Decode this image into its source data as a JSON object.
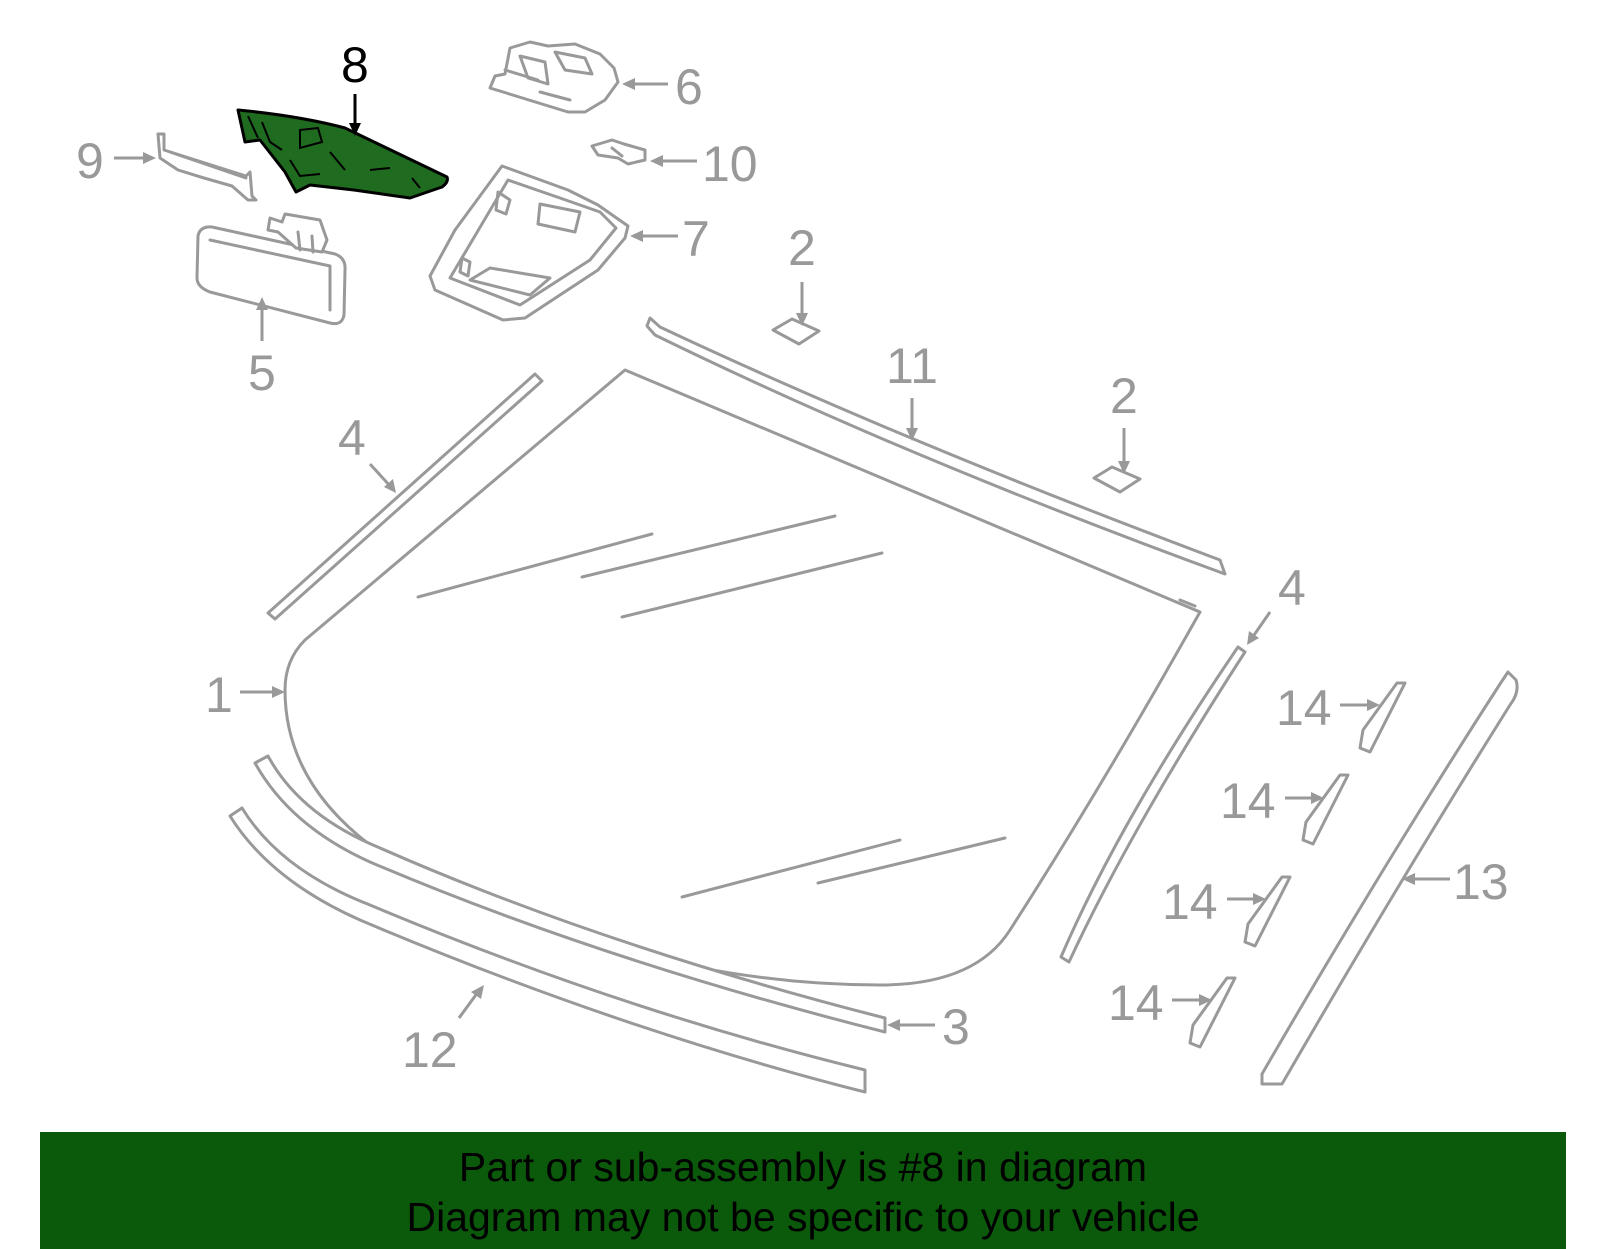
{
  "diagram": {
    "highlight_color": "#1f6b1f",
    "banner_color": "#0b5a0b",
    "part_color": "#999999",
    "callouts": {
      "c1": "1",
      "c2a": "2",
      "c2b": "2",
      "c3": "3",
      "c4a": "4",
      "c4b": "4",
      "c5": "5",
      "c6": "6",
      "c7": "7",
      "c8": "8",
      "c9": "9",
      "c10": "10",
      "c11": "11",
      "c12": "12",
      "c13": "13",
      "c14a": "14",
      "c14b": "14",
      "c14c": "14",
      "c14d": "14"
    }
  },
  "banner": {
    "line1": "Part or sub-assembly is #8 in diagram",
    "line2": "Diagram may not be specific to your vehicle"
  }
}
